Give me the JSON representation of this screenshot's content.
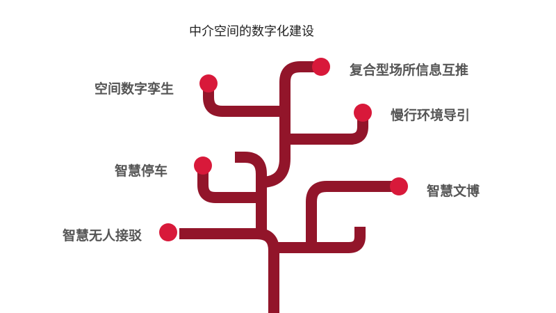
{
  "title": "中介空间的数字化建设",
  "colors": {
    "branch": "#92152a",
    "dot": "#d8193a",
    "label": "#555555",
    "title": "#222222"
  },
  "branches": [
    {
      "id": "composite-info",
      "label": "复合型场所信息互推",
      "side": "right"
    },
    {
      "id": "digital-twin",
      "label": "空间数字孪生",
      "side": "left"
    },
    {
      "id": "slow-guide",
      "label": "慢行环境导引",
      "side": "right"
    },
    {
      "id": "smart-parking",
      "label": "智慧停车",
      "side": "left"
    },
    {
      "id": "smart-culture",
      "label": "智慧文博",
      "side": "right"
    },
    {
      "id": "smart-shuttle",
      "label": "智慧无人接驳",
      "side": "left"
    }
  ]
}
